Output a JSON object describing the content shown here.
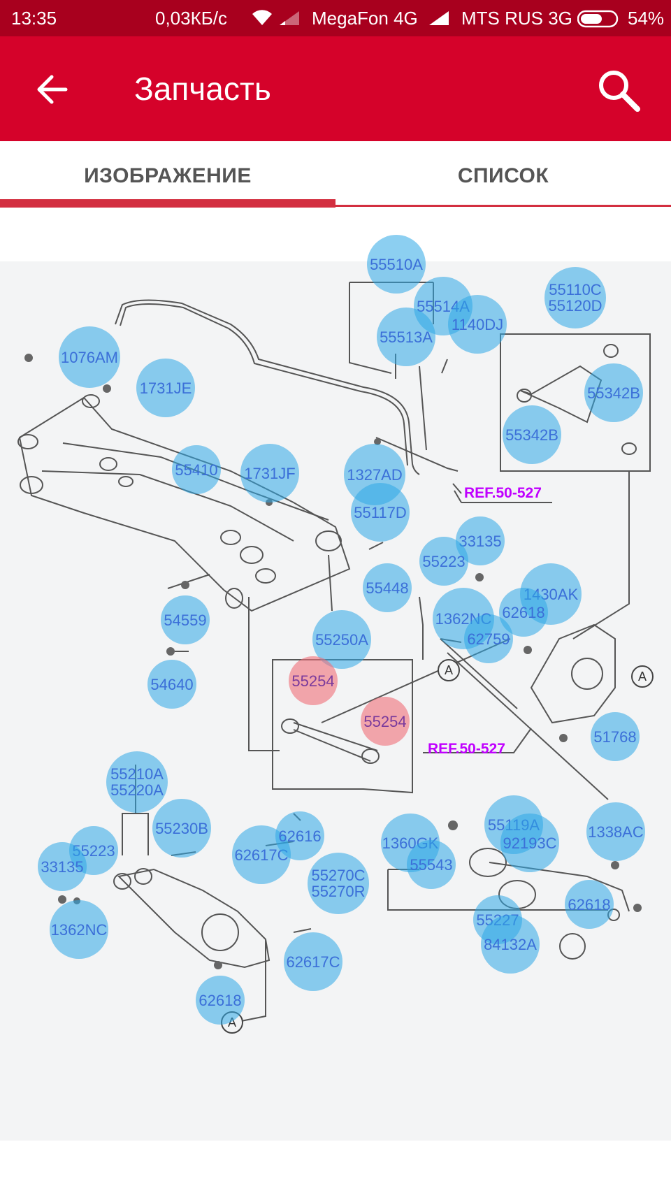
{
  "status_bar": {
    "time": "13:35",
    "speed": "0,03КБ/с",
    "carrier1": "MegaFon 4G",
    "carrier2": "MTS RUS 3G",
    "battery": "54%"
  },
  "app_bar": {
    "title": "Запчасть",
    "back_icon": "arrow-left-icon",
    "search_icon": "search-icon"
  },
  "tabs": {
    "image": "ИЗОБРАЖЕНИЕ",
    "list": "СПИСОК",
    "active": "image"
  },
  "diagram": {
    "refs": [
      "REF.50-527",
      "REF.50-527"
    ],
    "markers": [
      "A",
      "A",
      "A"
    ],
    "hotspots": [
      {
        "label": "55510A",
        "selected": false
      },
      {
        "label": "55514A",
        "selected": false
      },
      {
        "label": "1140DJ",
        "selected": false
      },
      {
        "label": "55513A",
        "selected": false
      },
      {
        "label": "55110C\n55120D",
        "selected": false
      },
      {
        "label": "1076AM",
        "selected": false
      },
      {
        "label": "1731JE",
        "selected": false
      },
      {
        "label": "55342B",
        "selected": false
      },
      {
        "label": "55342B",
        "selected": false
      },
      {
        "label": "55410",
        "selected": false
      },
      {
        "label": "1731JF",
        "selected": false
      },
      {
        "label": "1327AD",
        "selected": false
      },
      {
        "label": "55117D",
        "selected": false
      },
      {
        "label": "33135",
        "selected": false
      },
      {
        "label": "55223",
        "selected": false
      },
      {
        "label": "55448",
        "selected": false
      },
      {
        "label": "1430AK",
        "selected": false
      },
      {
        "label": "1362NC",
        "selected": false
      },
      {
        "label": "62618",
        "selected": false
      },
      {
        "label": "54559",
        "selected": false
      },
      {
        "label": "55250A",
        "selected": false
      },
      {
        "label": "62759",
        "selected": false
      },
      {
        "label": "54640",
        "selected": false
      },
      {
        "label": "55254",
        "selected": true
      },
      {
        "label": "55254",
        "selected": true
      },
      {
        "label": "51768",
        "selected": false
      },
      {
        "label": "55210A\n55220A",
        "selected": false
      },
      {
        "label": "55230B",
        "selected": false
      },
      {
        "label": "55119A",
        "selected": false
      },
      {
        "label": "1338AC",
        "selected": false
      },
      {
        "label": "55223",
        "selected": false
      },
      {
        "label": "1360GK",
        "selected": false
      },
      {
        "label": "92193C",
        "selected": false
      },
      {
        "label": "33135",
        "selected": false
      },
      {
        "label": "62617C",
        "selected": false
      },
      {
        "label": "62616",
        "selected": false
      },
      {
        "label": "55543",
        "selected": false
      },
      {
        "label": "55270C\n55270R",
        "selected": false
      },
      {
        "label": "62618",
        "selected": false
      },
      {
        "label": "1362NC",
        "selected": false
      },
      {
        "label": "55227",
        "selected": false
      },
      {
        "label": "84132A",
        "selected": false
      },
      {
        "label": "62617C",
        "selected": false
      },
      {
        "label": "62618",
        "selected": false
      }
    ]
  }
}
